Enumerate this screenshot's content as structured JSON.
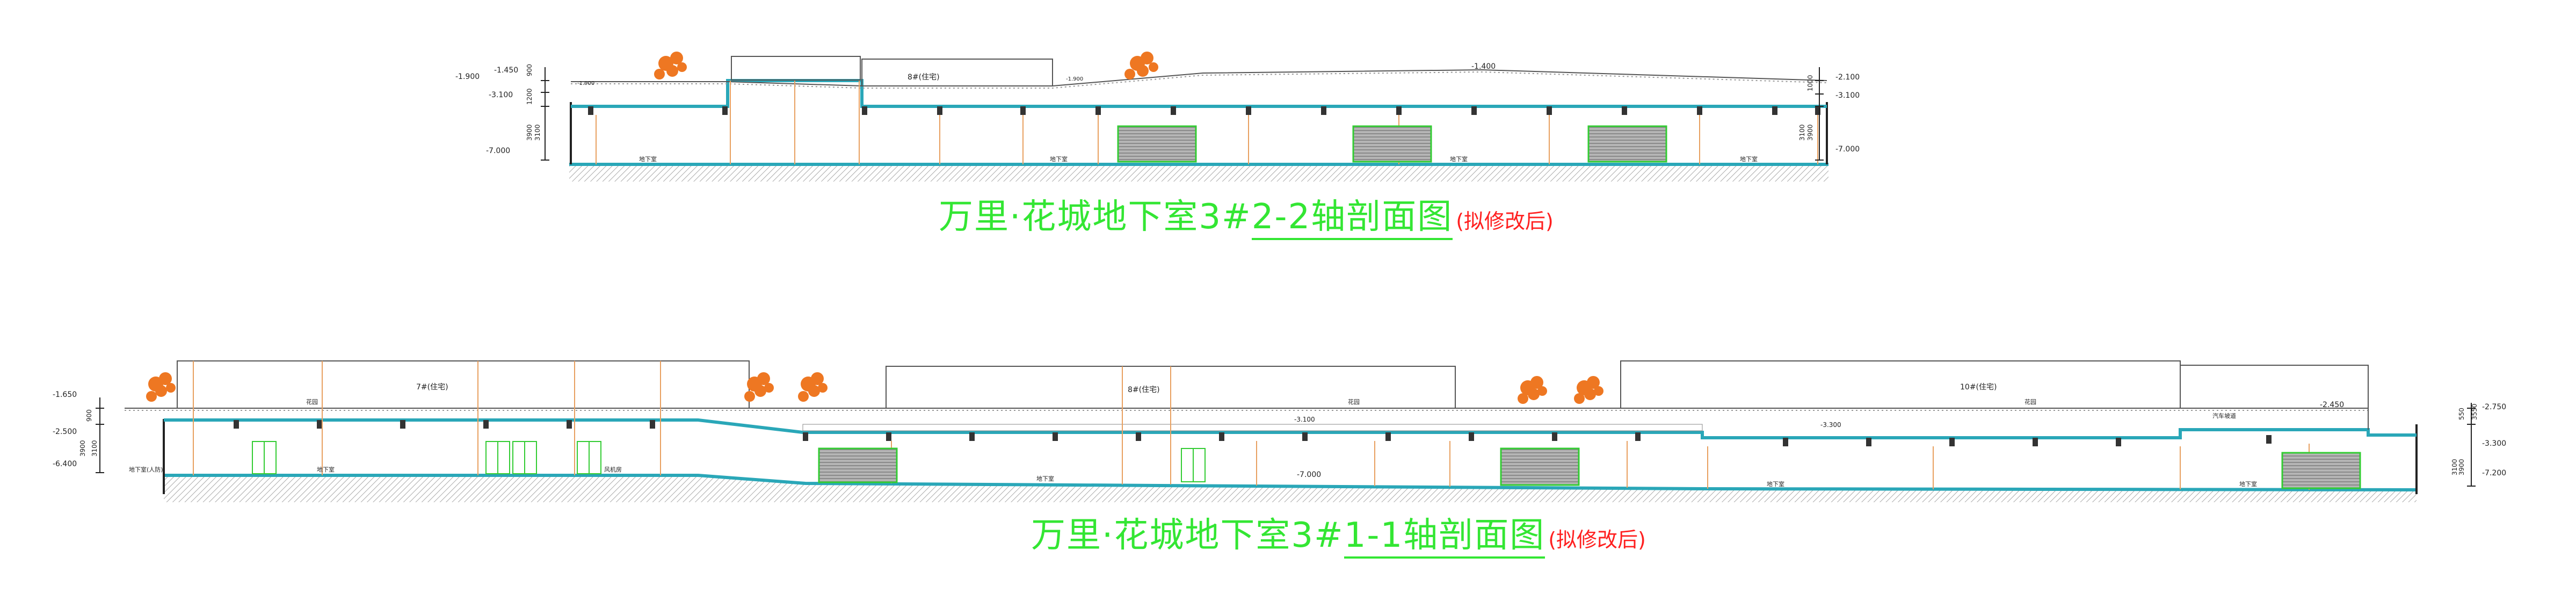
{
  "section_2_2": {
    "title_prefix": "万里·花城地下室3#",
    "title_axis": "2-2轴剖面图",
    "title_note": "(拟修改后)",
    "elev_left_top": "-1.450",
    "elev_left_a": "-1.900",
    "elev_left_b": "-3.100",
    "elev_left_c": "-7.000",
    "elev_right_a": "-2.100",
    "elev_right_b": "-3.100",
    "elev_right_c": "-7.000",
    "elev_mid": "-1.400",
    "dim_900": "900",
    "dim_1200": "1200",
    "dim_1000": "1000",
    "dim_3900": "3900",
    "dim_3100": "3100",
    "building_label": "8#(住宅)",
    "level_note": "-1.900",
    "room_labels": [
      "地下室",
      "地下室",
      "地下室",
      "地下室"
    ]
  },
  "section_1_1": {
    "title_prefix": "万里·花城地下室3#",
    "title_axis": "1-1轴剖面图",
    "title_note": "(拟修改后)",
    "elev_left_a": "-1.650",
    "elev_left_b": "-2.500",
    "elev_left_c": "-6.400",
    "elev_right_a": "-2.750",
    "elev_right_b": "-3.300",
    "elev_right_c": "-7.200",
    "elev_mid_a": "-3.100",
    "elev_mid_b": "-7.000",
    "elev_mid_c": "-3.300",
    "elev_mid_d": "-2.450",
    "dim_900": "900",
    "dim_3900": "3900",
    "dim_3100": "3100",
    "dim_550": "550",
    "dim_3550": "3550",
    "building_labels": [
      "7#(住宅)",
      "8#(住宅)",
      "10#(住宅)"
    ],
    "yard_labels": [
      "花园",
      "花园",
      "花园"
    ],
    "room_labels": [
      "地下室(人防)",
      "风机房",
      "地下室",
      "地下室",
      "地下室",
      "地下室"
    ],
    "entrance_label": "汽车坡道"
  },
  "colors": {
    "line": "#222222",
    "cyan": "#2aa7b8",
    "orange": "#e8a060",
    "green": "#33e633",
    "red": "#ff2020",
    "tree": "#ee7722",
    "hatch": "#999999",
    "car": "#9a9a9a"
  }
}
